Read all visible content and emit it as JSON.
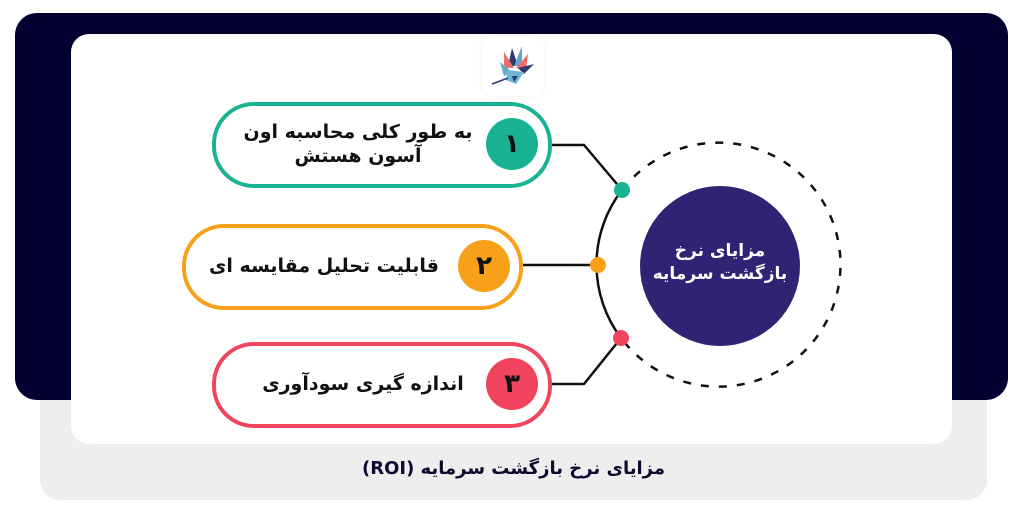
{
  "colors": {
    "navy": "#02002f",
    "card": "#ffffff",
    "panel": "#eeeeef",
    "center": "#2f2373",
    "teal": "#19b394",
    "orange": "#f7a11a",
    "red": "#f0445f"
  },
  "logo": {
    "icon": "bird-logo-icon"
  },
  "center": {
    "title": "مزایای نرخ بازگشت سرمایه"
  },
  "items": [
    {
      "number": "۱",
      "text": "به طور کلی محاسبه اون آسون هستش",
      "color": "teal"
    },
    {
      "number": "۲",
      "text": "قابلیت تحلیل مقایسه ای",
      "color": "orange"
    },
    {
      "number": "۳",
      "text": "اندازه گیری سودآوری",
      "color": "red"
    }
  ],
  "caption": "مزایای نرخ بازگشت سرمایه (ROI)"
}
